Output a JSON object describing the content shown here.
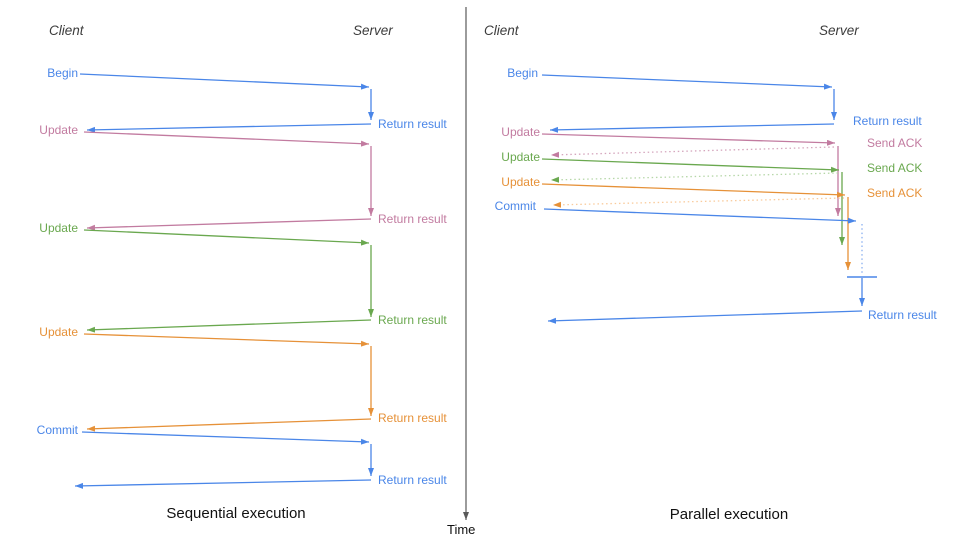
{
  "colors": {
    "blue": "#4a86e8",
    "pink": "#c27ba0",
    "green": "#6aa84f",
    "orange": "#e69138",
    "pink_light": "#d5a6bd",
    "green_light": "#b6d7a8",
    "orange_light": "#f9cb9c",
    "blue_light": "#8ab0f0",
    "axis": "#595959"
  },
  "divider": {
    "label": "Time"
  },
  "left": {
    "caption": "Sequential execution",
    "headers": {
      "client": "Client",
      "server": "Server"
    },
    "messages": [
      {
        "label": "Begin",
        "color": "blue",
        "response": "Return result"
      },
      {
        "label": "Update",
        "color": "pink",
        "response": "Return result"
      },
      {
        "label": "Update",
        "color": "green",
        "response": "Return result"
      },
      {
        "label": "Update",
        "color": "orange",
        "response": "Return result"
      },
      {
        "label": "Commit",
        "color": "blue",
        "response": "Return result"
      }
    ]
  },
  "right": {
    "caption": "Parallel execution",
    "headers": {
      "client": "Client",
      "server": "Server"
    },
    "messages": [
      {
        "label": "Begin",
        "color": "blue",
        "response": "Return result"
      },
      {
        "label": "Update",
        "color": "pink",
        "response": "Send ACK"
      },
      {
        "label": "Update",
        "color": "green",
        "response": "Send ACK"
      },
      {
        "label": "Update",
        "color": "orange",
        "response": "Send ACK"
      },
      {
        "label": "Commit",
        "color": "blue",
        "response": "Return result"
      }
    ]
  }
}
